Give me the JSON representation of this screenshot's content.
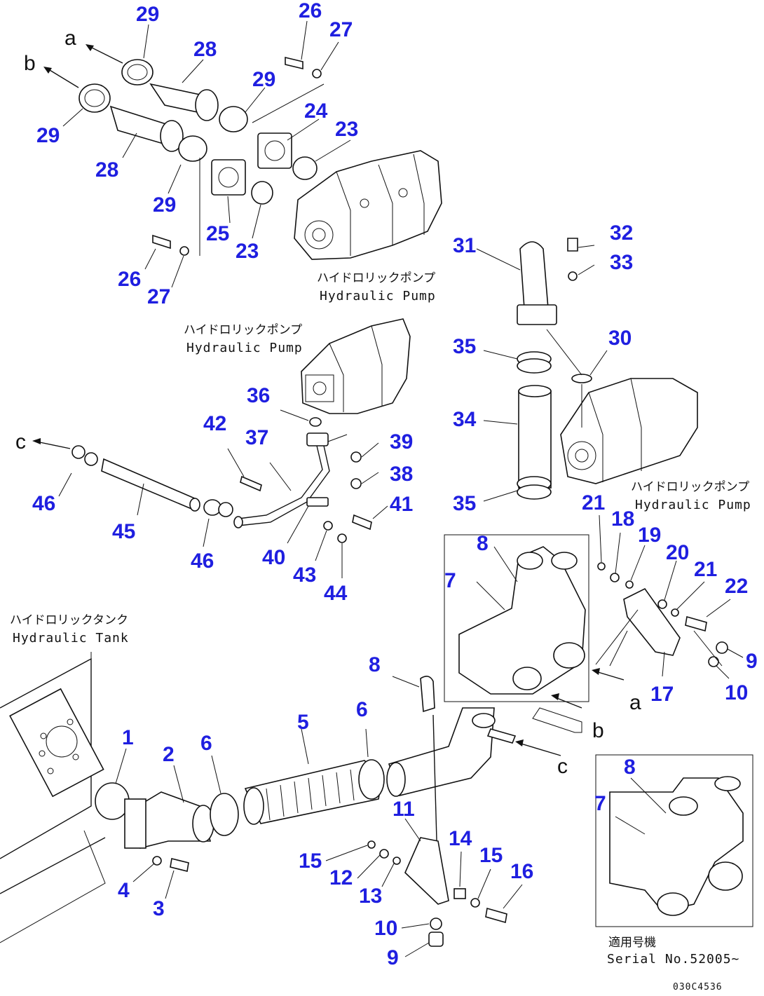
{
  "labels": {
    "hydraulic_pump_jp": "ハイドロリックポンプ",
    "hydraulic_pump_en": "Hydraulic Pump",
    "hydraulic_tank_jp": "ハイドロリックタンク",
    "hydraulic_tank_en": "Hydraulic Tank",
    "serial_jp": "適用号機",
    "serial_en": "Serial No.52005~",
    "drawing_code": "030C4536"
  },
  "arrow_letters": {
    "a": "a",
    "b": "b",
    "c": "c"
  },
  "callouts": [
    "1",
    "2",
    "3",
    "4",
    "5",
    "6",
    "7",
    "8",
    "9",
    "10",
    "11",
    "12",
    "13",
    "14",
    "15",
    "16",
    "17",
    "18",
    "19",
    "20",
    "21",
    "22",
    "23",
    "24",
    "25",
    "26",
    "27",
    "28",
    "29",
    "30",
    "31",
    "32",
    "33",
    "34",
    "35",
    "36",
    "37",
    "38",
    "39",
    "40",
    "41",
    "42",
    "43",
    "44",
    "45",
    "46"
  ]
}
